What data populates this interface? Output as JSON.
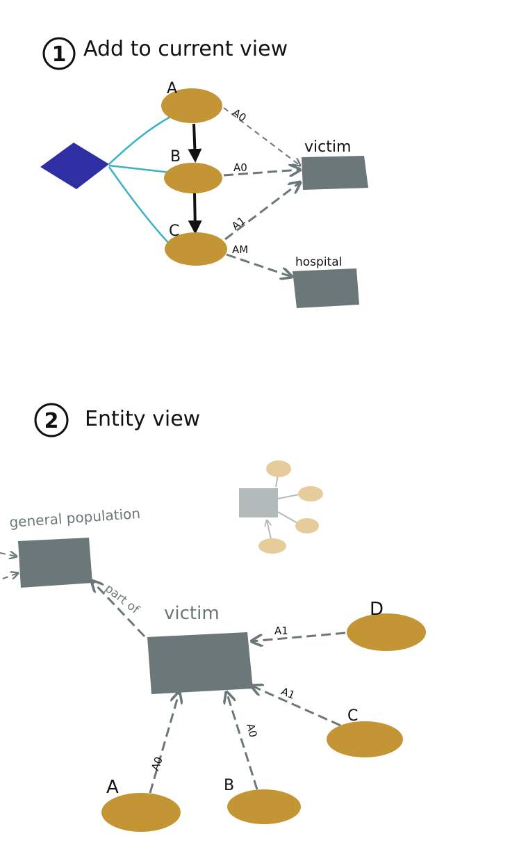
{
  "section1": {
    "number": "1",
    "title": "Add to current view",
    "nodes": {
      "a": "A",
      "b": "B",
      "c": "C"
    },
    "entities": {
      "victim": "victim",
      "hospital": "hospital"
    },
    "edges": {
      "a_victim": "A0",
      "b_victim": "A0",
      "c_victim": "A1",
      "c_hospital": "AM"
    }
  },
  "section2": {
    "number": "2",
    "title": "Entity view",
    "entities": {
      "general_population": "general population",
      "victim": "victim"
    },
    "edges": {
      "part_of": "part of",
      "d_victim": "A1",
      "c_victim": "A1",
      "a_victim": "A0",
      "b_victim": "A0"
    },
    "nodes": {
      "a": "A",
      "b": "B",
      "c": "C",
      "d": "D"
    }
  },
  "colors": {
    "event": "#c49535",
    "entity": "#6b7778",
    "trigger": "#2f2fa3",
    "link": "#3ab1c6"
  }
}
